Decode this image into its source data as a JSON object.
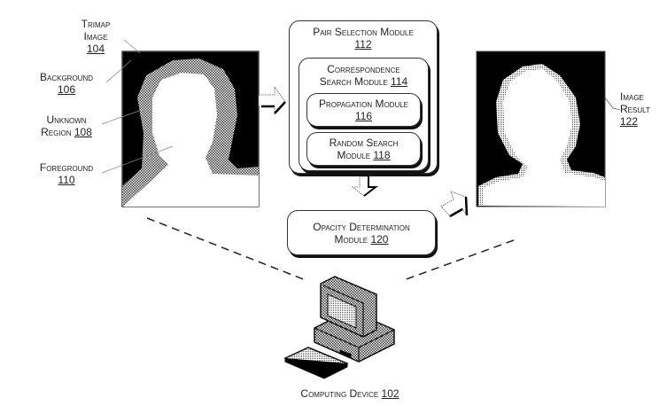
{
  "figure": {
    "trimap": {
      "title_line1": "Trimap",
      "title_line2": "Image",
      "ref": "104"
    },
    "background_label": {
      "text": "Background",
      "ref": "106"
    },
    "unknown_label": {
      "line1": "Unknown",
      "line2": "Region",
      "ref": "108"
    },
    "foreground_label": {
      "text": "Foreground",
      "ref": "110"
    },
    "pair_selection": {
      "text": "Pair Selection Module",
      "ref": "112"
    },
    "correspondence": {
      "line1": "Correspondence",
      "line2": "Search Module",
      "ref": "114"
    },
    "propagation": {
      "text": "Propagation Module",
      "ref": "116"
    },
    "random_search": {
      "line1": "Random Search",
      "line2": "Module",
      "ref": "118"
    },
    "opacity": {
      "line1": "Opacity Determination",
      "line2": "Module",
      "ref": "120"
    },
    "image_result": {
      "line1": "Image",
      "line2": "Result",
      "ref": "122"
    },
    "computing_device": {
      "text": "Computing Device",
      "ref": "102"
    }
  }
}
